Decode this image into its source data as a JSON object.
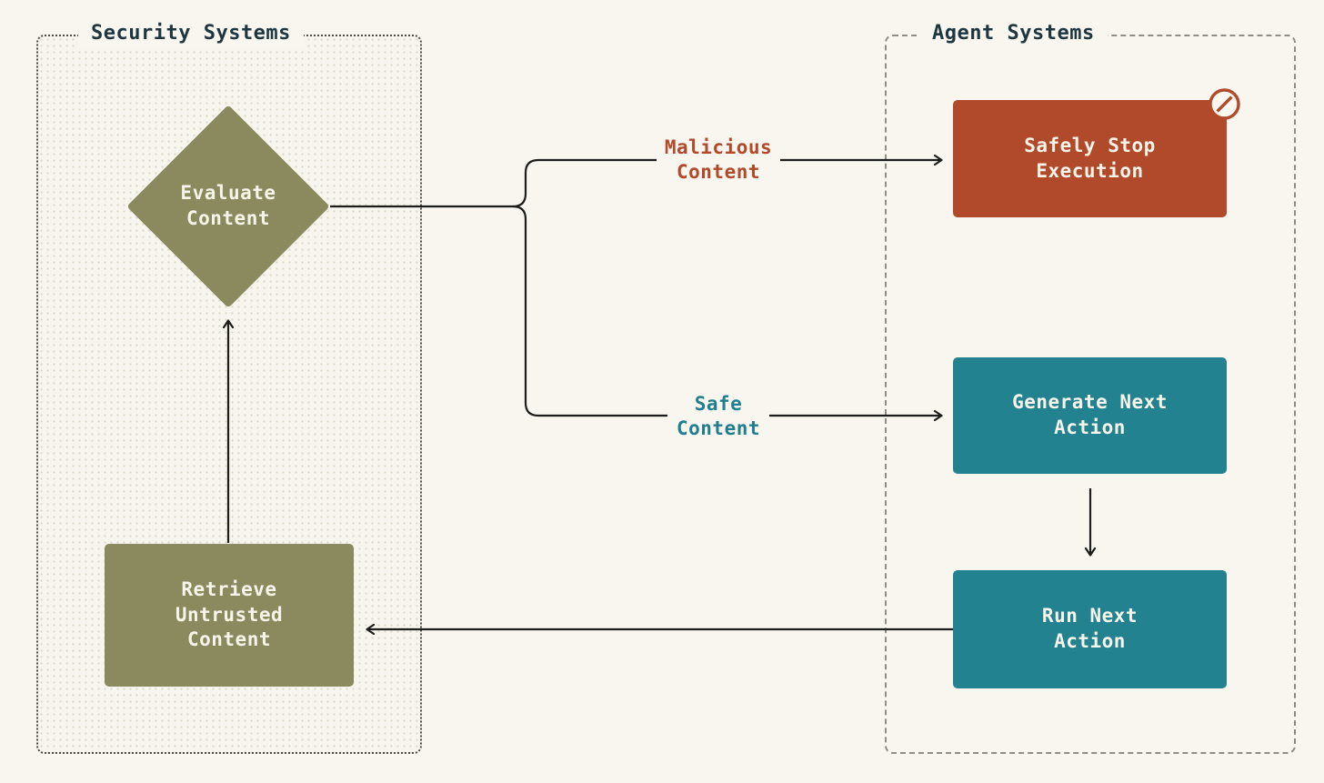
{
  "diagram": {
    "groups": {
      "security": {
        "title": "Security Systems"
      },
      "agent": {
        "title": "Agent Systems"
      }
    },
    "nodes": {
      "evaluate_content": {
        "label": "Evaluate\nContent",
        "color": "#8b8a5e"
      },
      "retrieve_untrusted_content": {
        "label": "Retrieve\nUntrusted\nContent",
        "color": "#8b8a5e"
      },
      "safely_stop_execution": {
        "label": "Safely Stop\nExecution",
        "color": "#b04a2a"
      },
      "generate_next_action": {
        "label": "Generate Next\nAction",
        "color": "#22828f"
      },
      "run_next_action": {
        "label": "Run Next\nAction",
        "color": "#22828f"
      }
    },
    "edge_labels": {
      "malicious": {
        "label": "Malicious\nContent",
        "color": "#b04a2a"
      },
      "safe": {
        "label": "Safe\nContent",
        "color": "#1f7f8f"
      }
    },
    "icons": {
      "ban": {
        "name": "ban-icon",
        "color": "#b04a2a"
      }
    },
    "colors": {
      "background": "#f8f6ef",
      "title_text": "#1d3640",
      "arrow": "#1d1d1b",
      "node_text": "#f7f4ea",
      "security_border": "#4b4b45",
      "agent_border": "#8e8e87"
    }
  }
}
